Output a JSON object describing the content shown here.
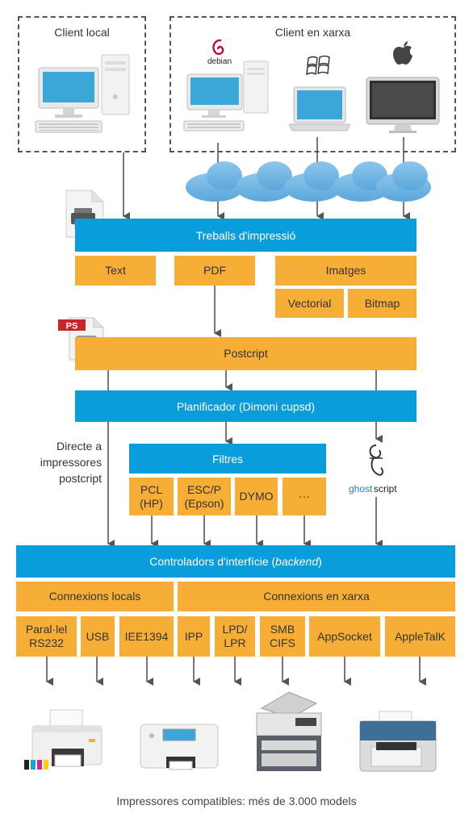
{
  "clients": {
    "local_label": "Client local",
    "network_label": "Client en xarxa",
    "debian_logo_text": "debian"
  },
  "boxes": {
    "print_jobs": "Treballs d'impressió",
    "text": "Text",
    "pdf": "PDF",
    "images": "Imatges",
    "vector": "Vectorial",
    "bitmap": "Bitmap",
    "postscript": "Postcript",
    "scheduler": "Planificador (Dimoni cupsd)",
    "filters": "Filtres",
    "filter_pcl": [
      "PCL",
      "(HP)"
    ],
    "filter_escp": [
      "ESC/P",
      "(Epson)"
    ],
    "filter_dymo": "DYMO",
    "filter_more": "···",
    "backend_prefix": "Controladors d'interfície (",
    "backend_italic": "backend",
    "backend_suffix": ")",
    "local_conn": "Connexions locals",
    "network_conn": "Connexions en xarxa",
    "port_parallel": [
      "Paral·lel",
      "RS232"
    ],
    "port_usb": "USB",
    "port_ieee": "IEE1394",
    "port_ipp": "IPP",
    "port_lpd": [
      "LPD/",
      "LPR"
    ],
    "port_smb": [
      "SMB",
      "CIFS"
    ],
    "port_appsocket": "AppSocket",
    "port_appletalk": "AppleTalK"
  },
  "side_note": [
    "Directe a",
    "impressores",
    "postcript"
  ],
  "icons": {
    "ps_badge": "PS",
    "ghostscript_prefix": "ghost",
    "ghostscript_suffix": "script"
  },
  "footer": "Impressores compatibles: més de 3.000 models",
  "colors": {
    "blue": "#0a9ddc",
    "orange": "#f6ae36",
    "arrow": "#555555"
  }
}
